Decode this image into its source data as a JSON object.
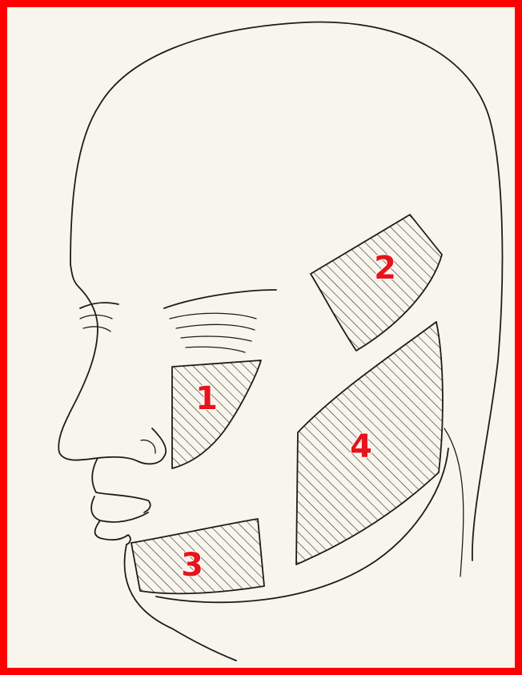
{
  "colors": {
    "frame": "#ff0000",
    "paper": "#f7f5ec",
    "ink": "#1e1d1a",
    "label": "#e8141b"
  },
  "zones": [
    {
      "id": "zone-1",
      "label": "1",
      "fill": "hatched"
    },
    {
      "id": "zone-2",
      "label": "2",
      "fill": "hatched"
    },
    {
      "id": "zone-3",
      "label": "3",
      "fill": "hatched"
    },
    {
      "id": "zone-4",
      "label": "4",
      "fill": "hatched"
    }
  ]
}
